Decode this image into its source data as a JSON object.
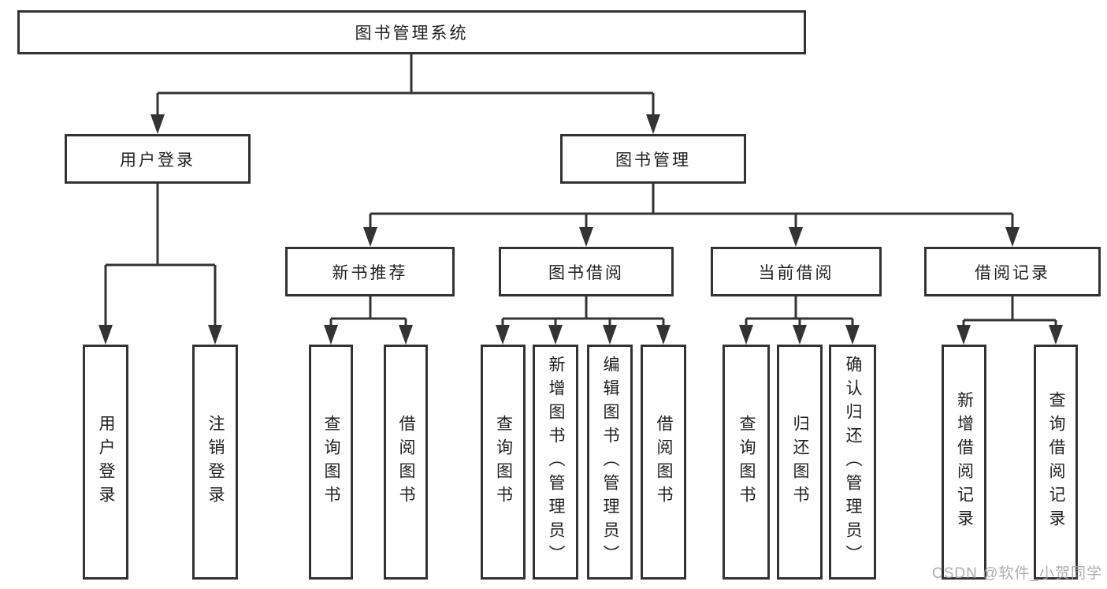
{
  "colors": {
    "line": "#333333",
    "text": "#1f1f1f",
    "watermark": "#a5a5a5",
    "background": "#ffffff"
  },
  "nodes": {
    "root": {
      "label": "图书管理系统"
    },
    "user_login": {
      "label": "用户登录"
    },
    "book_management": {
      "label": "图书管理"
    },
    "new_book_recommend": {
      "label": "新书推荐"
    },
    "book_borrowing": {
      "label": "图书借阅"
    },
    "current_borrowing": {
      "label": "当前借阅"
    },
    "borrowing_records": {
      "label": "借阅记录"
    }
  },
  "leaves": {
    "user_login": [
      "用户登录",
      "注销登录"
    ],
    "new_book_recommend": [
      "查询图书",
      "借阅图书"
    ],
    "book_borrowing": [
      "查询图书",
      "新增图书（管理员）",
      "编辑图书（管理员）",
      "借阅图书"
    ],
    "current_borrowing": [
      "查询图书",
      "归还图书",
      "确认归还（管理员）"
    ],
    "borrowing_records": [
      "新增借阅记录",
      "查询借阅记录"
    ]
  },
  "watermark": {
    "text": "CSDN @软件_小贺同学"
  }
}
